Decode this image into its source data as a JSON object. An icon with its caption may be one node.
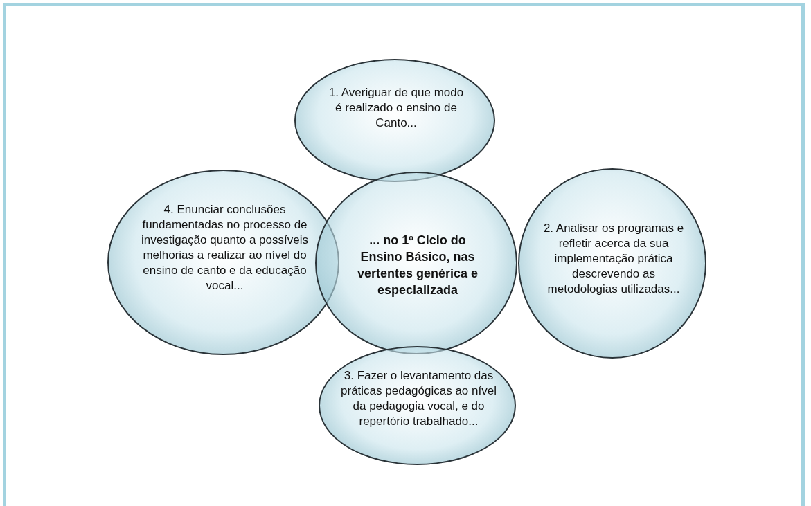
{
  "diagram": {
    "nodes": [
      {
        "text": [
          "1. Averiguar de que modo é realizado o ensino de Canto..."
        ]
      },
      {
        "text": [
          "4. Enunciar conclusões fundamentadas no processo de investigação quanto a possíveis melhorias a realizar ao nível do ensino de canto e da educação vocal..."
        ]
      },
      {
        "text": [
          "... no 1º Ciclo do Ensino Básico, nas vertentes genérica e especializada"
        ]
      },
      {
        "text": [
          "2. Analisar os programas e refletir acerca da sua implementação prática descrevendo as metodologias utilizadas..."
        ]
      },
      {
        "text": [
          "3. Fazer o levantamento das práticas pedagógicas ao nível da pedagogia vocal, e do repertório trabalhado..."
        ]
      }
    ],
    "edges": []
  }
}
